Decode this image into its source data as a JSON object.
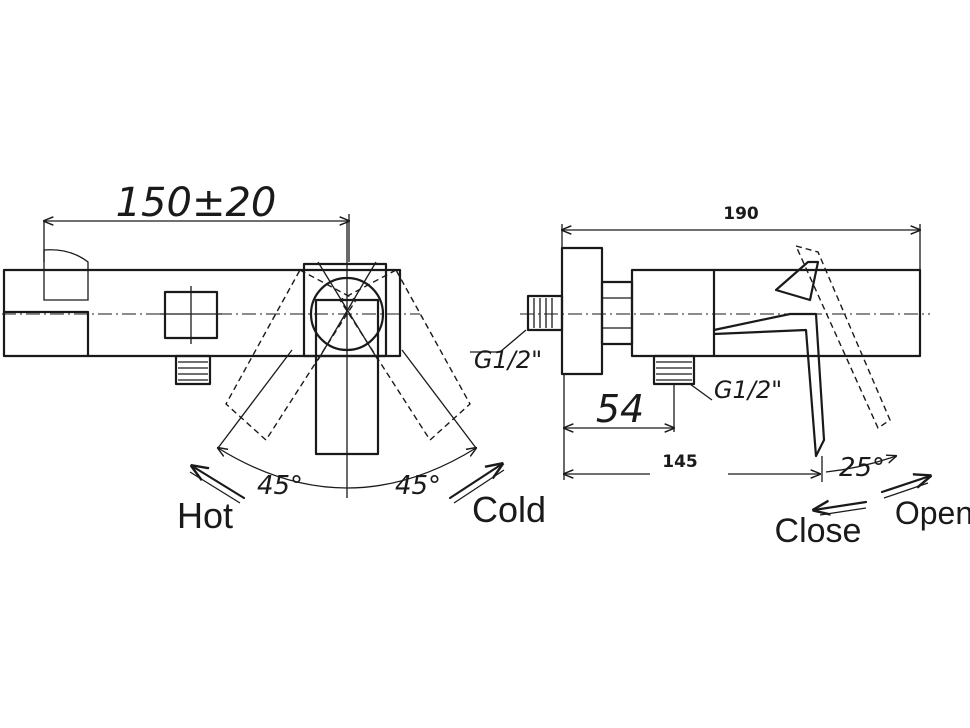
{
  "front_view": {
    "width_label": "150±20",
    "angle_left_label": "45°",
    "angle_right_label": "45°",
    "hot_label": "Hot",
    "cold_label": "Cold"
  },
  "side_view": {
    "length_label": "190",
    "outlet_depth_label": "145",
    "inlet_offset_label": "54",
    "thread_inlet_label": "G1/2\"",
    "thread_outlet_label": "G1/2\"",
    "lever_angle_label": "25°",
    "close_label": "Close",
    "open_label": "Open"
  }
}
